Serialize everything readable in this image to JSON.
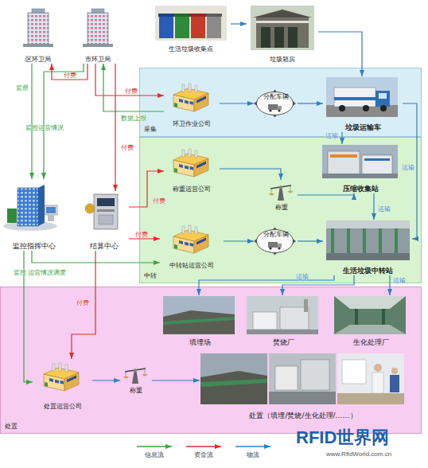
{
  "diagram": {
    "nodes": [
      {
        "text": [
          "区环卫局"
        ]
      },
      {
        "text": [
          "市环卫局"
        ]
      },
      {
        "text": [
          "生活垃圾收集点"
        ]
      },
      {
        "text": [
          "垃圾箱房"
        ]
      },
      {
        "text": [
          "采集"
        ]
      },
      {
        "text": [
          "环卫作业公司"
        ],
        "in": 4
      },
      {
        "text": [
          "分配车辆"
        ],
        "in": 4
      },
      {
        "text": [
          "垃圾运输车"
        ],
        "in": 4
      },
      {
        "text": [
          "中转"
        ]
      },
      {
        "text": [
          "称重运营公司"
        ],
        "in": 8
      },
      {
        "text": [
          "称重"
        ],
        "in": 8
      },
      {
        "text": [
          "压缩收集站"
        ],
        "in": 8
      },
      {
        "text": [
          "中转站运营公司"
        ],
        "in": 8
      },
      {
        "text": [
          "分配车辆"
        ],
        "in": 8
      },
      {
        "text": [
          "生活垃圾中转站"
        ],
        "in": 8
      },
      {
        "text": [
          "监控指挥中心"
        ]
      },
      {
        "text": [
          "结算中心"
        ]
      },
      {
        "text": [
          "处置"
        ]
      },
      {
        "text": [
          "填埋场"
        ],
        "in": 17
      },
      {
        "text": [
          "焚烧厂"
        ],
        "in": 17
      },
      {
        "text": [
          "生化处理厂"
        ],
        "in": 17
      },
      {
        "text": [
          "处置运营公司"
        ],
        "in": 17
      },
      {
        "text": [
          "称重"
        ],
        "in": 17
      },
      {
        "text": [
          "处置（填埋/焚烧/生化处理/……）"
        ],
        "in": 17
      }
    ],
    "edges": [
      {
        "from": 0,
        "to": 15,
        "label": "监督",
        "arrow": "to"
      },
      {
        "from": 1,
        "to": 15,
        "label": "监控运营情况",
        "arrow": "to"
      },
      {
        "from": 1,
        "to": 0,
        "label": "付费",
        "arrow": "to"
      },
      {
        "from": 1,
        "to": 5,
        "label": "付费",
        "arrow": "to"
      },
      {
        "from": 5,
        "to": 1,
        "label": "数据上报",
        "arrow": "to"
      },
      {
        "from": 1,
        "to": 16,
        "label": "付费",
        "arrow": "to"
      },
      {
        "from": 16,
        "to": 9,
        "label": "付费",
        "arrow": "to"
      },
      {
        "from": 16,
        "to": 12,
        "label": "付费",
        "arrow": "to"
      },
      {
        "from": 15,
        "to": 12,
        "label": "监控 运营情况调度",
        "arrow": "to"
      },
      {
        "from": 15,
        "to": 21,
        "arrow": "to"
      },
      {
        "from": 16,
        "to": 21,
        "label": "付费",
        "arrow": "to"
      },
      {
        "from": 2,
        "to": 3,
        "arrow": "to"
      },
      {
        "from": 3,
        "to": 7,
        "arrow": "to"
      },
      {
        "from": 5,
        "to": 6,
        "arrow": "to"
      },
      {
        "from": 6,
        "to": 7,
        "arrow": "to"
      },
      {
        "from": 7,
        "to": 11,
        "label": "运输",
        "arrow": "to"
      },
      {
        "from": 7,
        "to": 14,
        "label": "运输",
        "arrow": "to"
      },
      {
        "from": 9,
        "to": 10,
        "arrow": "to"
      },
      {
        "from": 10,
        "to": 11,
        "arrow": "to"
      },
      {
        "from": 11,
        "to": 14,
        "label": "运输",
        "arrow": "to"
      },
      {
        "from": 12,
        "to": 13,
        "arrow": "to"
      },
      {
        "from": 13,
        "to": 14,
        "arrow": "to"
      },
      {
        "from": 14,
        "to": 18,
        "label": "运输",
        "arrow": "to"
      },
      {
        "from": 14,
        "to": 19,
        "arrow": "to"
      },
      {
        "from": 14,
        "to": 20,
        "label": "运输",
        "arrow": "to"
      },
      {
        "from": 21,
        "to": 22,
        "arrow": "to"
      },
      {
        "from": 22,
        "to": 23,
        "arrow": "to"
      }
    ],
    "labels": [
      "RFID世界网",
      "www.RfidWorld.com.cn"
    ],
    "legend": [
      {
        "text": "信息流"
      },
      {
        "text": "资金流"
      },
      {
        "text": "物流"
      }
    ]
  }
}
